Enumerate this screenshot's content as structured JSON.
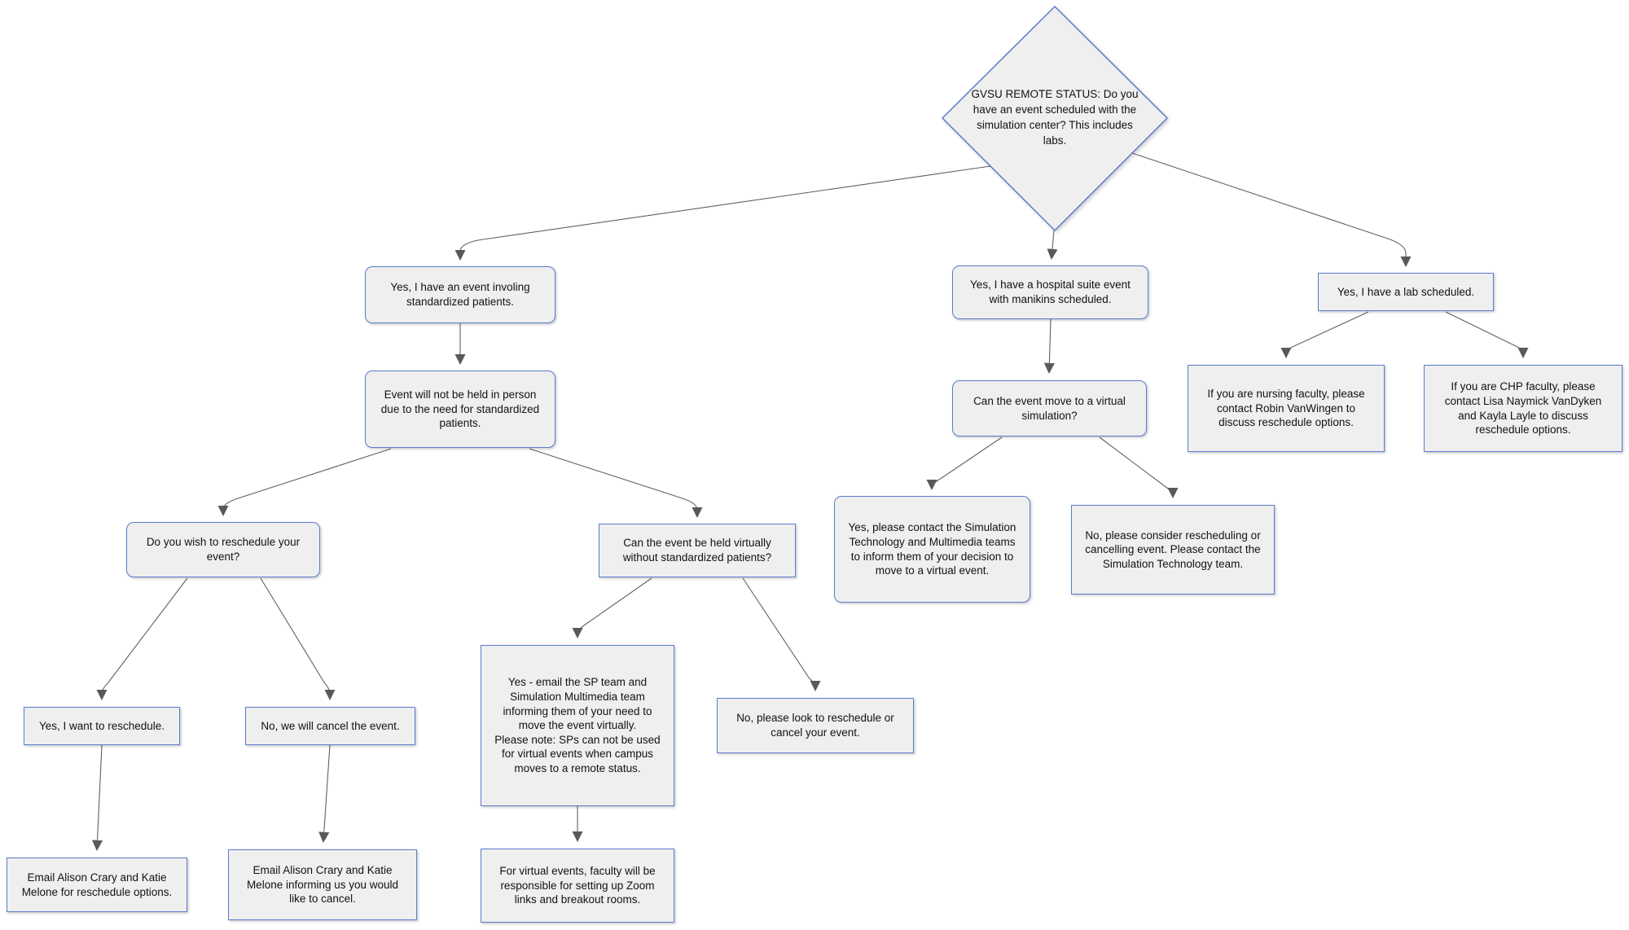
{
  "diagram": {
    "type": "flowchart",
    "colors": {
      "node_fill": "#efefef",
      "node_border": "#5b7cce",
      "connector": "#616161",
      "arrowhead": "#595959",
      "text": "#121212",
      "background": "#ffffff"
    },
    "nodes": {
      "root": {
        "shape": "diamond",
        "text": "GVSU REMOTE STATUS: Do you have an event scheduled with the simulation center? This includes labs."
      },
      "sp_event": {
        "shape": "rounded-rect",
        "text": "Yes, I have an event involing standardized patients."
      },
      "not_in_person": {
        "shape": "rounded-rect",
        "text": "Event will not be held in person due to the need for standardized patients."
      },
      "reschedule_q": {
        "shape": "rounded-rect",
        "text": "Do you wish to reschedule your event?"
      },
      "virtual_q": {
        "shape": "rect",
        "text": "Can the event be held virtually without standardized patients?"
      },
      "yes_reschedule": {
        "shape": "rect",
        "text": "Yes, I want to reschedule."
      },
      "no_cancel": {
        "shape": "rect",
        "text": "No, we will cancel the event."
      },
      "yes_email_sp": {
        "shape": "rect",
        "text": "Yes - email the SP team and Simulation Multimedia team informing them of your need to move the event virtually.\nPlease note: SPs can not be used for virtual events when campus moves to a remote status."
      },
      "no_reschedule_cancel": {
        "shape": "rect",
        "text": "No, please look to reschedule or cancel your event."
      },
      "email_reschedule": {
        "shape": "rect",
        "text": "Email Alison Crary and Katie Melone for reschedule options."
      },
      "email_cancel": {
        "shape": "rect",
        "text": "Email Alison Crary and Katie Melone informing us you would like to cancel."
      },
      "zoom_setup": {
        "shape": "rect",
        "text": "For virtual events, faculty will be responsible for setting up Zoom links and breakout rooms."
      },
      "hospital_suite": {
        "shape": "rounded-rect",
        "text": "Yes, I have a hospital suite event with manikins scheduled."
      },
      "virtual_sim_q": {
        "shape": "rounded-rect",
        "text": "Can the event move to a virtual simulation?"
      },
      "yes_sim_tech": {
        "shape": "rounded-rect",
        "text": "Yes, please contact the Simulation Technology and Multimedia teams to inform them of your decision to move to a virtual event."
      },
      "no_consider": {
        "shape": "rect",
        "text": "No, please consider rescheduling or cancelling event. Please contact the Simulation Technology team."
      },
      "lab_scheduled": {
        "shape": "rect",
        "text": "Yes, I have a lab scheduled."
      },
      "nursing_faculty": {
        "shape": "rect",
        "text": "If you are nursing faculty, please contact Robin VanWingen to discuss reschedule options."
      },
      "chp_faculty": {
        "shape": "rect",
        "text": "If you are CHP faculty, please contact Lisa Naymick VanDyken and Kayla Layle to discuss reschedule options."
      }
    },
    "edges": [
      {
        "from": "root",
        "to": "sp_event"
      },
      {
        "from": "root",
        "to": "hospital_suite"
      },
      {
        "from": "root",
        "to": "lab_scheduled"
      },
      {
        "from": "sp_event",
        "to": "not_in_person"
      },
      {
        "from": "not_in_person",
        "to": "reschedule_q"
      },
      {
        "from": "not_in_person",
        "to": "virtual_q"
      },
      {
        "from": "reschedule_q",
        "to": "yes_reschedule"
      },
      {
        "from": "reschedule_q",
        "to": "no_cancel"
      },
      {
        "from": "virtual_q",
        "to": "yes_email_sp"
      },
      {
        "from": "virtual_q",
        "to": "no_reschedule_cancel"
      },
      {
        "from": "yes_reschedule",
        "to": "email_reschedule"
      },
      {
        "from": "no_cancel",
        "to": "email_cancel"
      },
      {
        "from": "yes_email_sp",
        "to": "zoom_setup"
      },
      {
        "from": "hospital_suite",
        "to": "virtual_sim_q"
      },
      {
        "from": "virtual_sim_q",
        "to": "yes_sim_tech"
      },
      {
        "from": "virtual_sim_q",
        "to": "no_consider"
      },
      {
        "from": "lab_scheduled",
        "to": "nursing_faculty"
      },
      {
        "from": "lab_scheduled",
        "to": "chp_faculty"
      }
    ]
  }
}
